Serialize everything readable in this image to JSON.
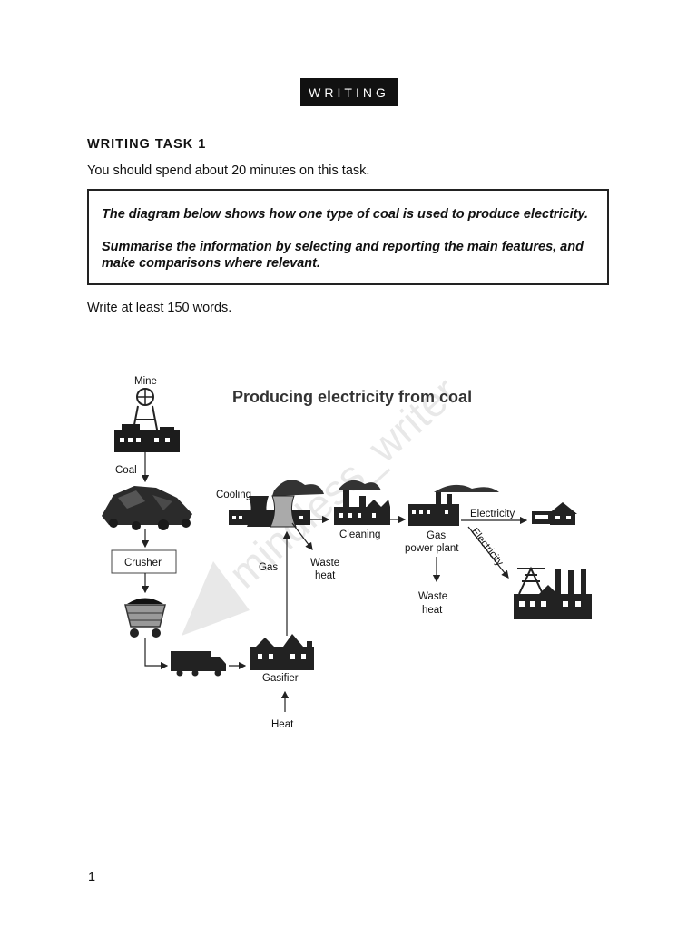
{
  "section_badge": "WRITING",
  "task_title": "WRITING TASK 1",
  "time_instruction": "You should spend about 20 minutes on this task.",
  "prompt": {
    "line1": "The diagram below shows how one type of coal is used to produce electricity.",
    "line2": "Summarise the information by selecting and reporting the main features, and make comparisons where relevant."
  },
  "word_instruction": "Write at least 150 words.",
  "watermark": "mindless_writer",
  "diagram": {
    "title": "Producing electricity from coal",
    "labels": {
      "mine": "Mine",
      "coal": "Coal",
      "crusher": "Crusher",
      "cooling": "Cooling",
      "gas": "Gas",
      "waste_heat_1a": "Waste",
      "waste_heat_1b": "heat",
      "cleaning": "Cleaning",
      "gas_power_plant_a": "Gas",
      "gas_power_plant_b": "power plant",
      "waste_heat_2a": "Waste",
      "waste_heat_2b": "heat",
      "electricity_1": "Electricity",
      "electricity_2": "Electricity",
      "gasifier": "Gasifier",
      "heat": "Heat"
    }
  },
  "page_number": "1"
}
